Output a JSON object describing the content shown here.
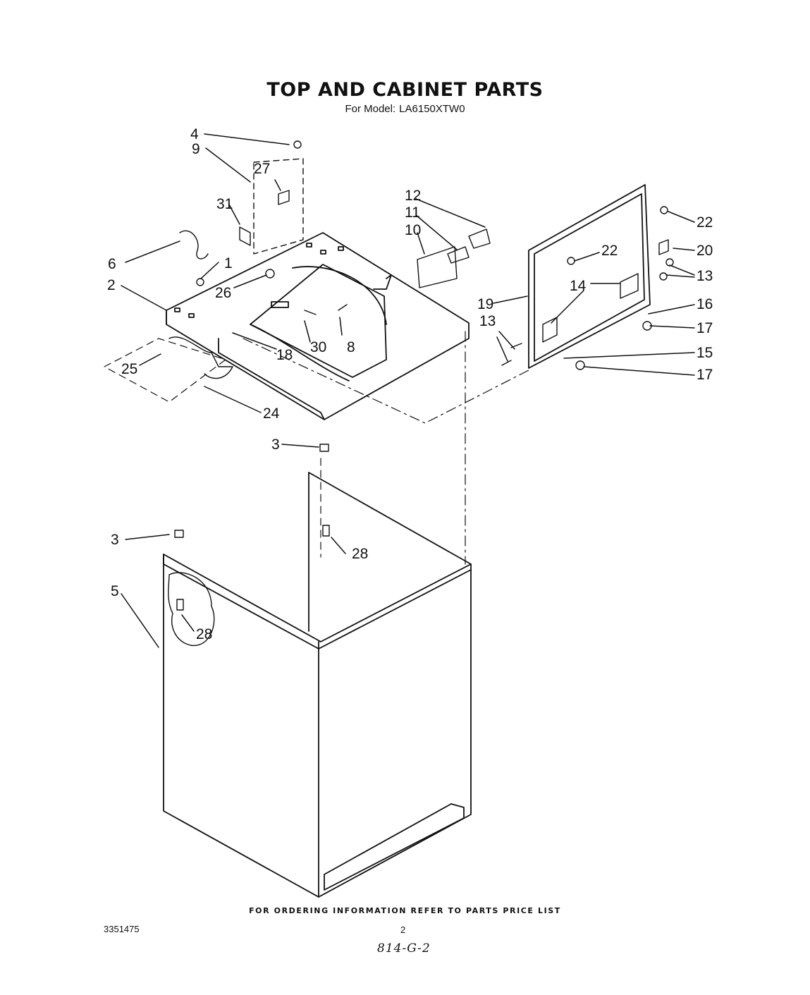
{
  "header": {
    "title": "TOP AND CABINET PARTS",
    "model_prefix": "For Model:",
    "model": "LA6150XTW0"
  },
  "callouts": [
    "1",
    "2",
    "3",
    "3",
    "4",
    "5",
    "6",
    "8",
    "9",
    "10",
    "11",
    "12",
    "13",
    "13",
    "14",
    "15",
    "16",
    "17",
    "17",
    "18",
    "19",
    "20",
    "22",
    "22",
    "24",
    "25",
    "26",
    "27",
    "28",
    "28",
    "30",
    "31"
  ],
  "footer": {
    "note": "FOR ORDERING INFORMATION REFER TO PARTS PRICE LIST",
    "doc_number": "3351475",
    "page_number": "2",
    "handwritten_code": "814-G-2"
  }
}
